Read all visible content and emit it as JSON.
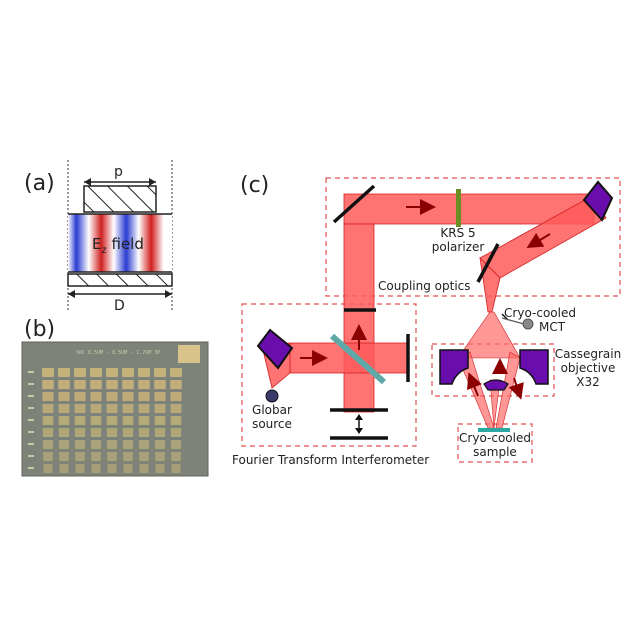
{
  "panels": {
    "a": "(a)",
    "b": "(b)",
    "c": "(c)"
  },
  "panel_a": {
    "period_label": "p",
    "field_label_main": "E",
    "field_label_sub": "z",
    "field_label_rest": " field",
    "width_label": "D"
  },
  "panel_b": {
    "chip_text": "SOC 8.5UM - 8.5UM - 1.7UM 3P"
  },
  "panel_c": {
    "polarizer": [
      "KRS 5",
      "polarizer"
    ],
    "coupling": "Coupling optics",
    "detector": [
      "Cryo-cooled",
      "MCT"
    ],
    "objective": [
      "Cassegrain",
      "objective",
      "X32"
    ],
    "source": [
      "Globar",
      "source"
    ],
    "sample": [
      "Cryo-cooled",
      "sample"
    ],
    "interferometer": "Fourier Transform Interferometer"
  },
  "colors": {
    "beam": "#ff5a5a",
    "beam_edge": "#d42020",
    "mirror_holder": "#6a0dad",
    "polarizer": "#6b8e23",
    "beamsplitter": "#5fa8a8",
    "dashed_box": "#e05050",
    "chip_bg": "#7d8378",
    "pad": "#c8b47a"
  }
}
